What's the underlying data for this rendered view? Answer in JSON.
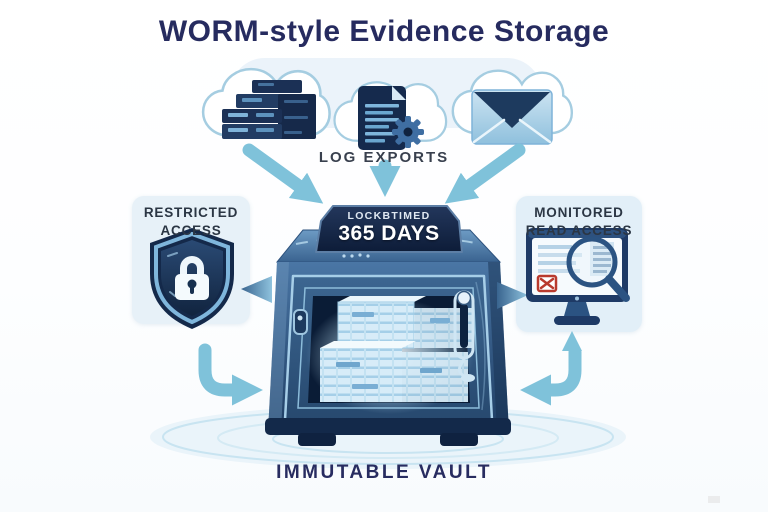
{
  "title": "WORM-style Evidence Storage",
  "sources": {
    "caption": "LOG EXPORTS",
    "clouds": [
      {
        "name": "server-logs-cloud",
        "icon": "server-rack-icon"
      },
      {
        "name": "log-document-cloud",
        "icon": "document-gear-icon"
      },
      {
        "name": "email-archive-cloud",
        "icon": "envelope-icon"
      }
    ]
  },
  "left_panel": {
    "line1": "RESTRICTED",
    "line2": "ACCESS",
    "icon": "shield-lock-icon"
  },
  "right_panel": {
    "line1": "MONITORED",
    "line2": "READ ACCESS",
    "icon": "monitor-magnifier-icon"
  },
  "vault": {
    "badge_top": "LOCKBTIMED",
    "badge_bottom": "365 DAYS",
    "caption": "IMMUTABLE VAULT"
  },
  "colors": {
    "title_navy": "#262b5f",
    "arrow_blue": "#7fc2da",
    "panel_bg": "#e7f1f8",
    "vault_blue": "#2f5585",
    "badge_navy": "#14264a",
    "interior_glow": "#d9eefb",
    "alert_red": "#b93a2e"
  }
}
